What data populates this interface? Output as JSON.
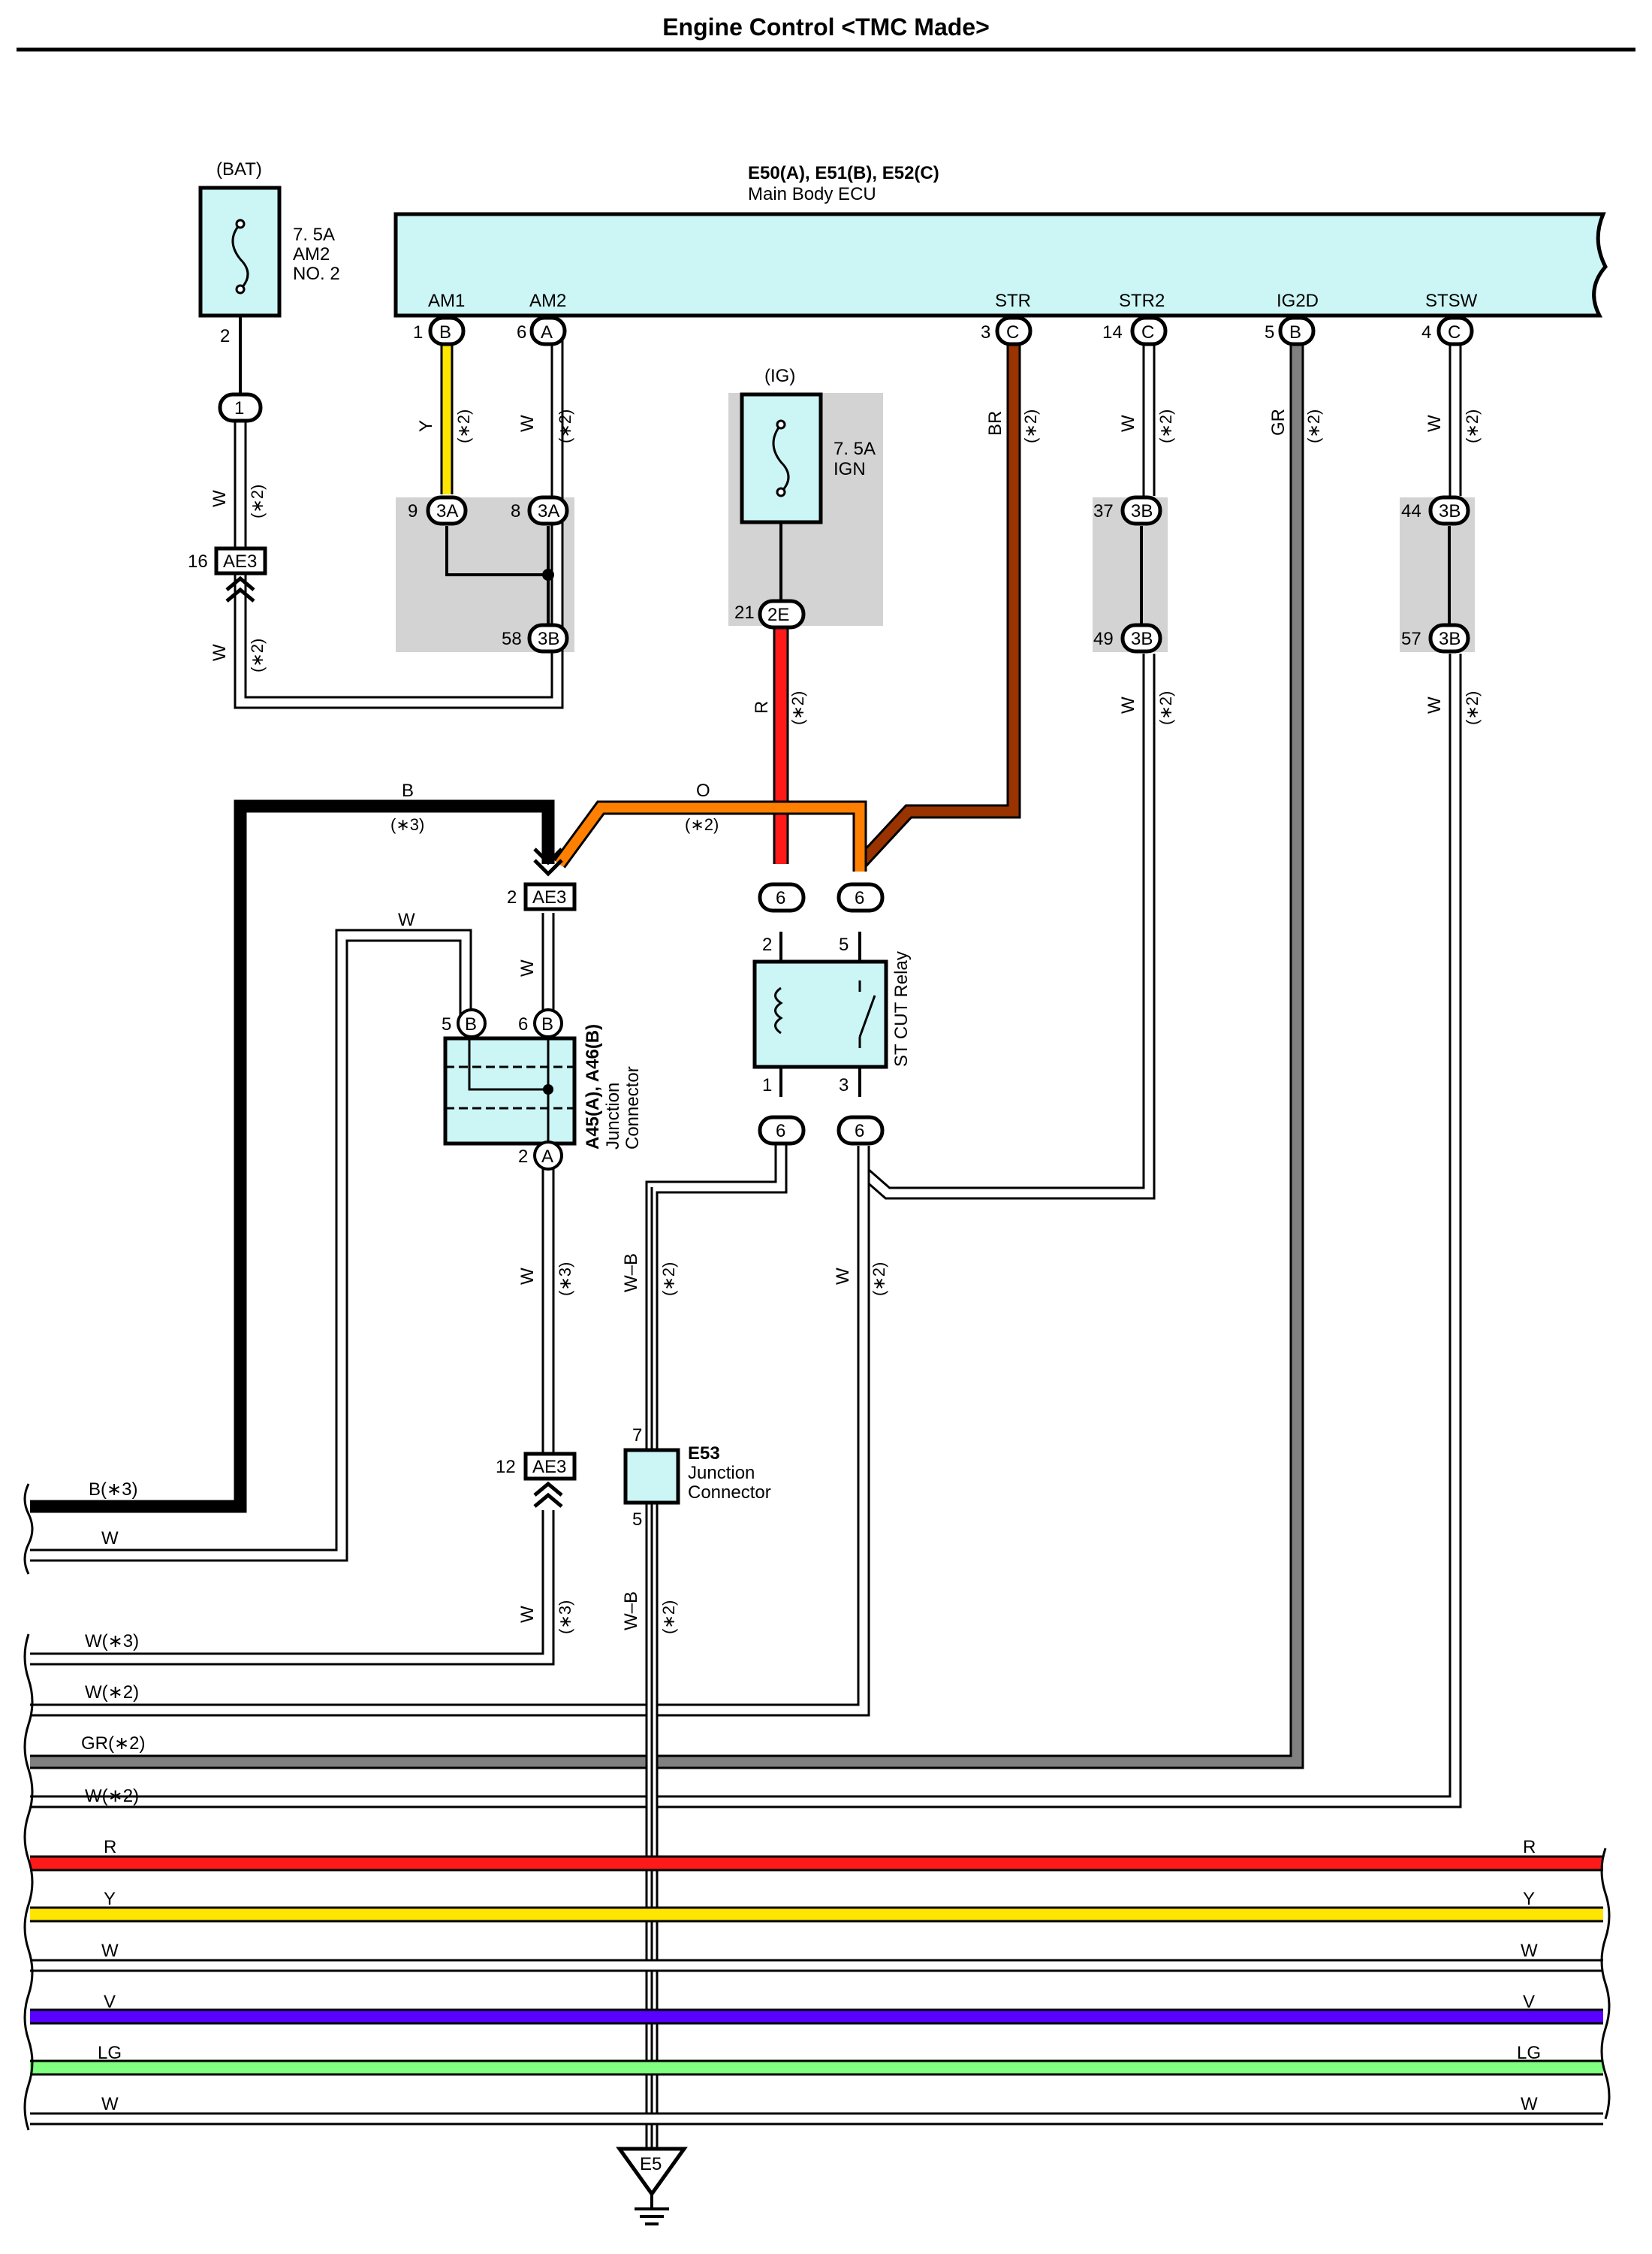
{
  "title": "Engine Control <TMC Made>",
  "colors": {
    "component_fill": "#ccf5f5",
    "splice_box": "#d3d3d3",
    "R": "#ff1a1a",
    "Y": "#ffe600",
    "BR": "#993300",
    "O": "#ff8000",
    "GR": "#808080",
    "V": "#5a00ff",
    "LG": "#80ff80",
    "B": "#000000",
    "W": "#ffffff"
  },
  "ecu": {
    "title": "E50(A), E51(B), E52(C)",
    "subtitle": "Main Body ECU",
    "pins": [
      {
        "name": "AM1",
        "num": "1",
        "conn": "B"
      },
      {
        "name": "AM2",
        "num": "6",
        "conn": "A"
      },
      {
        "name": "STR",
        "num": "3",
        "conn": "C"
      },
      {
        "name": "STR2",
        "num": "14",
        "conn": "C"
      },
      {
        "name": "IG2D",
        "num": "5",
        "conn": "B"
      },
      {
        "name": "STSW",
        "num": "4",
        "conn": "C"
      }
    ]
  },
  "fuse_am2": {
    "group": "(BAT)",
    "rating": "7. 5A",
    "name1": "AM2",
    "name2": "NO. 2",
    "pin": "2",
    "conn": "1"
  },
  "fuse_ign": {
    "group": "(IG)",
    "rating": "7. 5A",
    "name": "IGN",
    "pin": "21",
    "conn": "2E"
  },
  "relay": {
    "name": "ST CUT Relay",
    "pins": [
      "2",
      "5",
      "1",
      "3"
    ],
    "conn": "6"
  },
  "junction_a45": {
    "name": "A45(A), A46(B)",
    "line1": "Junction",
    "line2": "Connector",
    "pins": [
      "5",
      "6",
      "2"
    ],
    "conns": [
      "B",
      "B",
      "A"
    ]
  },
  "junction_e53": {
    "name": "E53",
    "line1": "Junction",
    "line2": "Connector",
    "pin_top": "7",
    "pin_bottom": "5"
  },
  "ae3_connectors": [
    {
      "pin": "16",
      "label": "AE3"
    },
    {
      "pin": "2",
      "label": "AE3"
    },
    {
      "pin": "12",
      "label": "AE3"
    }
  ],
  "splice_connectors": [
    {
      "pin": "9",
      "label": "3A"
    },
    {
      "pin": "8",
      "label": "3A"
    },
    {
      "pin": "58",
      "label": "3B"
    },
    {
      "pin": "37",
      "label": "3B"
    },
    {
      "pin": "49",
      "label": "3B"
    },
    {
      "pin": "44",
      "label": "3B"
    },
    {
      "pin": "57",
      "label": "3B"
    }
  ],
  "wire_labels": {
    "Y": "Y",
    "W": "W",
    "BR": "BR",
    "GR": "GR",
    "R": "R",
    "B": "B",
    "O": "O",
    "WB": "W–B",
    "note2": "(∗2)",
    "note3": "(∗3)"
  },
  "left_labels": {
    "b3": "B(∗3)",
    "w": "W",
    "w3": "W(∗3)",
    "w2a": "W(∗2)",
    "gr2": "GR(∗2)",
    "w2b": "W(∗2)"
  },
  "bus": [
    {
      "label": "R",
      "color": "#ff1a1a"
    },
    {
      "label": "Y",
      "color": "#ffe600"
    },
    {
      "label": "W",
      "color": "#ffffff"
    },
    {
      "label": "V",
      "color": "#5a00ff"
    },
    {
      "label": "LG",
      "color": "#80ff80"
    },
    {
      "label": "W",
      "color": "#ffffff"
    }
  ],
  "ground": {
    "label": "E5"
  }
}
